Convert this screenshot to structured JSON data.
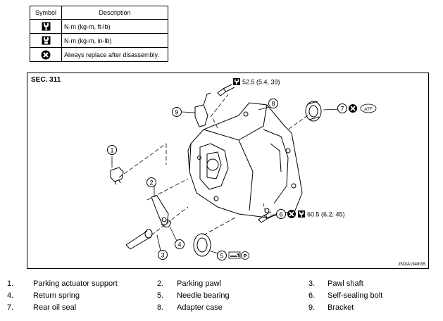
{
  "symbol_table": {
    "header_symbol": "Symbol",
    "header_description": "Description",
    "rows": [
      {
        "icon": "torque-wrench-icon",
        "description": "N·m (kg-m, ft-lb)"
      },
      {
        "icon": "torque-wrench-small-icon",
        "description": "N·m (kg-m, in-lb)"
      },
      {
        "icon": "always-replace-icon",
        "description": "Always replace after disassembly."
      }
    ]
  },
  "diagram": {
    "section": "SEC. 311",
    "figure_id": "JSDIA1948GB",
    "callouts": [
      "1",
      "2",
      "3",
      "4",
      "5",
      "6",
      "7",
      "8",
      "9"
    ],
    "torque_top": "52.5 (5.4, 39)",
    "torque_right": "60.5 (6.2, 45)",
    "atf_label": "ATF",
    "grease_label": "P"
  },
  "parts": [
    {
      "num": "1.",
      "name": "Parking actuator support"
    },
    {
      "num": "2.",
      "name": "Parking pawl"
    },
    {
      "num": "3.",
      "name": "Pawl shaft"
    },
    {
      "num": "4.",
      "name": "Return spring"
    },
    {
      "num": "5.",
      "name": "Needle bearing"
    },
    {
      "num": "6.",
      "name": "Self-sealing bolt"
    },
    {
      "num": "7.",
      "name": "Rear oil seal"
    },
    {
      "num": "8.",
      "name": "Adapter case"
    },
    {
      "num": "9.",
      "name": "Bracket"
    }
  ]
}
